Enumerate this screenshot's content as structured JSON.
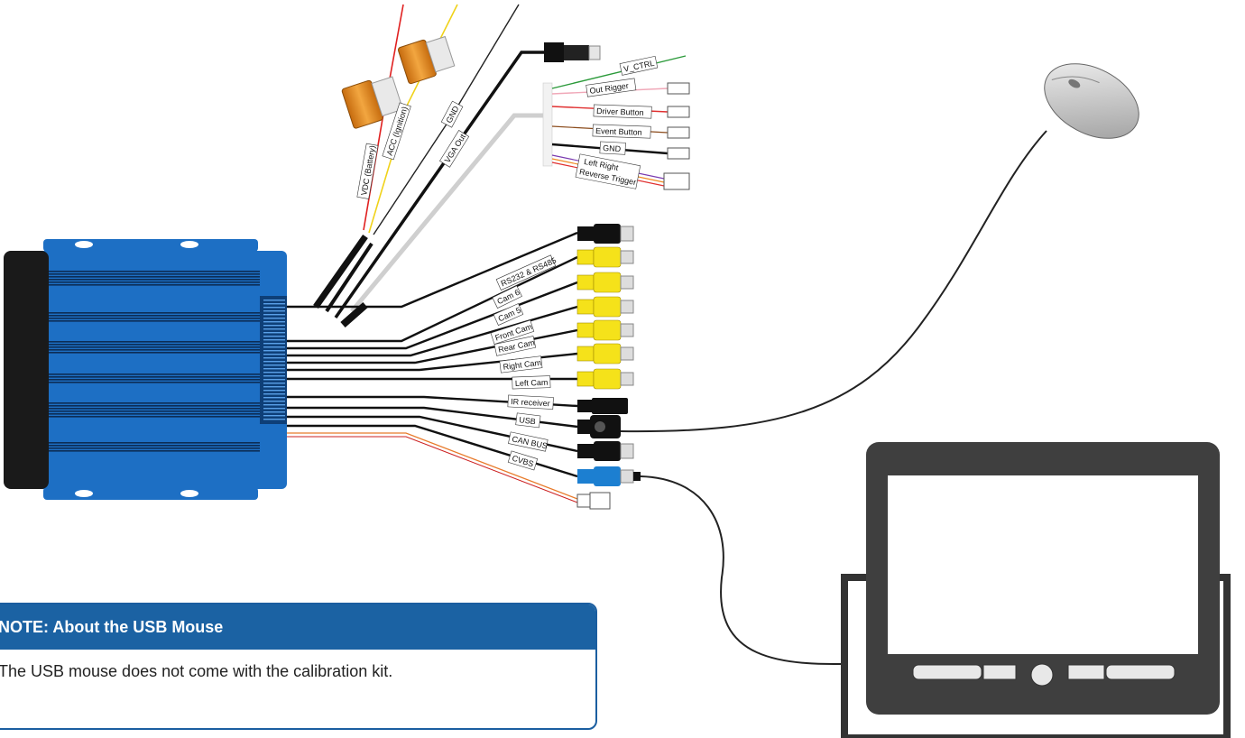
{
  "top_wires": {
    "vdc_battery": "VDC (Battery)",
    "acc_ignition": "ACC (Ignition)",
    "gnd": "GND",
    "vga_out": "VGA Out"
  },
  "harness_panel": {
    "v_ctrl": "V_CTRL",
    "out_rigger": "Out Rigger",
    "driver_button": "Driver Button",
    "event_button": "Event Button",
    "gnd": "GND",
    "reverse_trigger_line1": "Left Right",
    "reverse_trigger_line2": "Reverse Trigger"
  },
  "cables": {
    "rs232_rs485": "RS232 & RS485",
    "cam6": "Cam 6",
    "cam5": "Cam 5",
    "front_cam": "Front Cam",
    "rear_cam": "Rear Cam",
    "right_cam": "Right Cam",
    "left_cam": "Left Cam",
    "ir_receiver": "IR receiver",
    "usb": "USB",
    "can_bus": "CAN BUS",
    "cvbs": "CVBS"
  },
  "note": {
    "title": "NOTE: About the USB Mouse",
    "body": "The USB mouse does not come with the calibration kit."
  },
  "colors": {
    "dvr_body": "#1d6fc4",
    "dvr_fins": "#0c2d56",
    "rca_yellow": "#f5e21a",
    "note_blue": "#1b62a3",
    "cvbs_blue": "#1c7fd1",
    "fuse_orange": "#e8921e"
  }
}
